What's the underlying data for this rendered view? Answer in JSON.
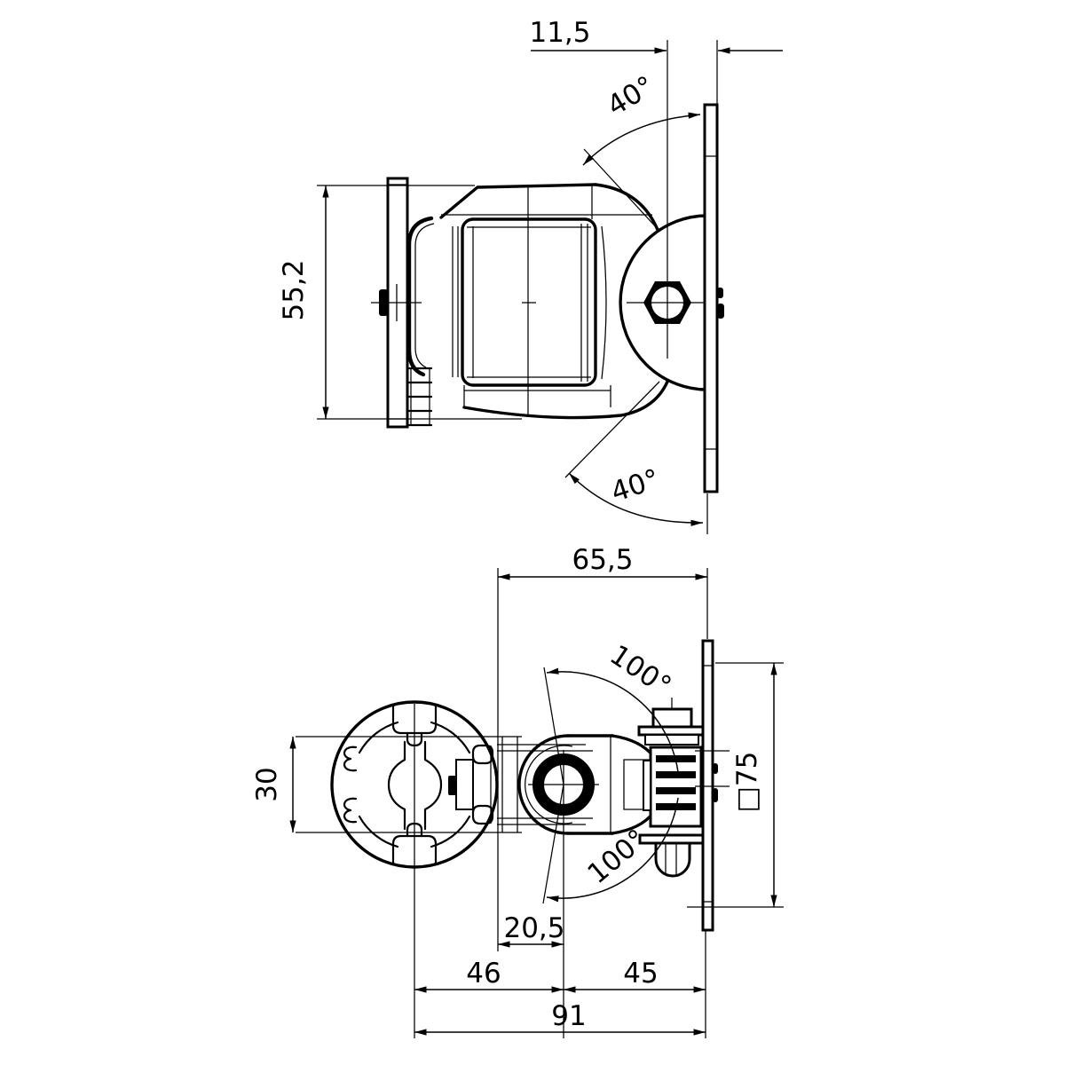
{
  "drawing": {
    "title": "speaker wall mount bracket - dimension drawing",
    "colors": {
      "line": "#000000",
      "background": "#ffffff"
    },
    "views": {
      "side": {
        "dims": {
          "plate_offset": "11,5",
          "tilt_up": "40°",
          "height": "55,2",
          "tilt_down": "40°"
        }
      },
      "top": {
        "dims": {
          "depth": "65,5",
          "swivel_upper": "100°",
          "profile_width": "30",
          "plate_square": "□75",
          "swivel_lower": "100°",
          "pivot_offset": "20,5",
          "center_to_pivot": "46",
          "pivot_to_wall": "45",
          "total_depth": "91"
        }
      }
    }
  }
}
